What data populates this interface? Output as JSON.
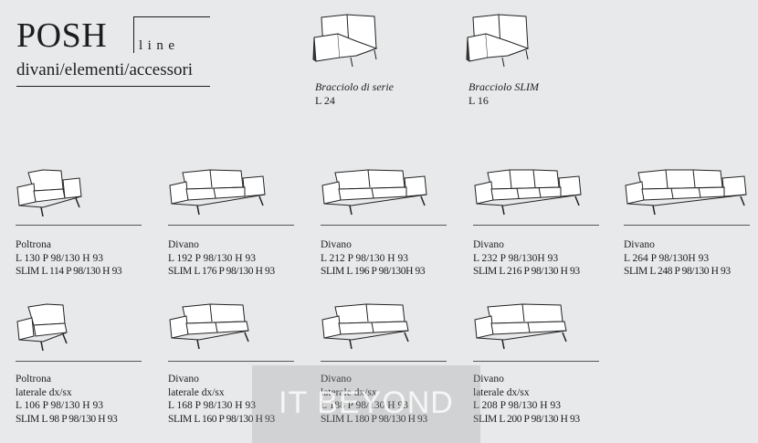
{
  "brand": {
    "name": "POSH",
    "suffix": "line",
    "subtitle": "divani/elementi/accessori"
  },
  "armrests": [
    {
      "name": "Bracciolo di serie",
      "size": "L 24"
    },
    {
      "name": "Bracciolo SLIM",
      "size": "L 16"
    }
  ],
  "row1": [
    {
      "icon": "armchair-icon",
      "lines": [
        "Poltrona",
        "L 130 P 98/130 H 93"
      ],
      "slim": "SLIM L 114 P 98/130 H 93"
    },
    {
      "icon": "sofa-2-seat-icon",
      "lines": [
        "Divano",
        "L 192 P 98/130 H 93"
      ],
      "slim": "SLIM L 176 P 98/130 H 93"
    },
    {
      "icon": "sofa-2-seat-icon",
      "lines": [
        "Divano",
        "L 212 P 98/130 H 93"
      ],
      "slim": "SLIM L 196 P 98/130H 93"
    },
    {
      "icon": "sofa-3-seat-icon",
      "lines": [
        "Divano",
        "L 232 P 98/130H 93"
      ],
      "slim": "SLIM L 216 P 98/130 H 93"
    },
    {
      "icon": "sofa-3-seat-icon",
      "lines": [
        "Divano",
        "L 264 P 98/130H 93"
      ],
      "slim": "SLIM L 248 P 98/130 H 93"
    }
  ],
  "row2": [
    {
      "icon": "chair-side-icon",
      "lines": [
        "Poltrona",
        "laterale dx/sx",
        "L 106 P 98/130 H 93"
      ],
      "slim": "SLIM L 98 P 98/130 H 93"
    },
    {
      "icon": "sofa-side-icon",
      "lines": [
        "Divano",
        "laterale dx/sx",
        "L 168 P 98/130 H 93"
      ],
      "slim": "SLIM L 160 P 98/130 H 93"
    },
    {
      "icon": "sofa-side-icon",
      "lines": [
        "Divano",
        "laterale dx/sx",
        "L 188 P 98/130 H 93"
      ],
      "slim": "SLIM L 180 P 98/130 H 93"
    },
    {
      "icon": "sofa-side-icon",
      "lines": [
        "Divano",
        "laterale dx/sx",
        "L 208 P 98/130 H 93"
      ],
      "slim": "SLIM L 200 P 98/130 H 93"
    }
  ],
  "watermark": "IT BEYOND"
}
